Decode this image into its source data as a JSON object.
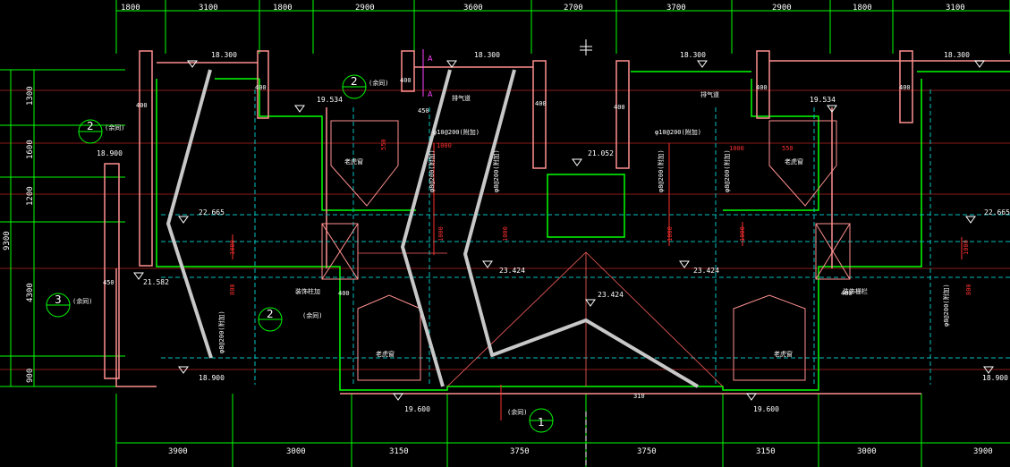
{
  "top_dimensions": [
    "1800",
    "3100",
    "1800",
    "2900",
    "3600",
    "2700",
    "3700",
    "2900",
    "1800",
    "3100"
  ],
  "bottom_dimensions": [
    "3900",
    "3000",
    "3150",
    "3750",
    "3750",
    "3150",
    "3000",
    "3900"
  ],
  "left_dimensions": [
    "1300",
    "1600",
    "1200",
    "4300",
    "900"
  ],
  "left_total": "9300",
  "elevations": [
    "18.300",
    "18.300",
    "18.300",
    "18.300",
    "19.534",
    "19.534",
    "21.052",
    "22.665",
    "22.665",
    "23.424",
    "23.424",
    "23.424",
    "21.582",
    "18.900",
    "18.900",
    "18.900",
    "19.600",
    "19.600"
  ],
  "wall_thickness": [
    "400",
    "400",
    "400",
    "400",
    "400",
    "400",
    "400",
    "400",
    "400",
    "450",
    "450",
    "400",
    "400",
    "310"
  ],
  "rebar_notes": [
    "φ10@200(附加)",
    "φ10@200(附加)",
    "φ8@200(附加)",
    "φ8@200(附加)",
    "φ8@200(附加)",
    "φ8@200(附加)",
    "φ8@200(附加)",
    "φ8@200(附加)"
  ],
  "red_dims": [
    "1000",
    "1000",
    "550",
    "550",
    "1000",
    "1000",
    "1000",
    "1000",
    "800",
    "800",
    "1000",
    "1000"
  ],
  "room_labels": [
    "老虎窗",
    "老虎窗",
    "老虎窗",
    "老虎窗"
  ],
  "notes": [
    "排气道",
    "排气道",
    "装饰柱加",
    "装饰栅栏"
  ],
  "detail_bubbles": [
    {
      "num": "2",
      "tag": "(余同)"
    },
    {
      "num": "2",
      "tag": "(余同)"
    },
    {
      "num": "3",
      "tag": "(余同)"
    },
    {
      "num": "2",
      "tag": "(余同)"
    },
    {
      "num": "1",
      "tag": "(余同)"
    }
  ],
  "section_marks": [
    "A",
    "A"
  ],
  "colors": {
    "background": "#000000",
    "dimension": "#00ff00",
    "wall": "#ff9090",
    "slab": "#00ff00",
    "beam": "#00c0c0",
    "axis": "#ff3030",
    "rebar": "#ffffff",
    "ridge": "#c8c8c8"
  }
}
